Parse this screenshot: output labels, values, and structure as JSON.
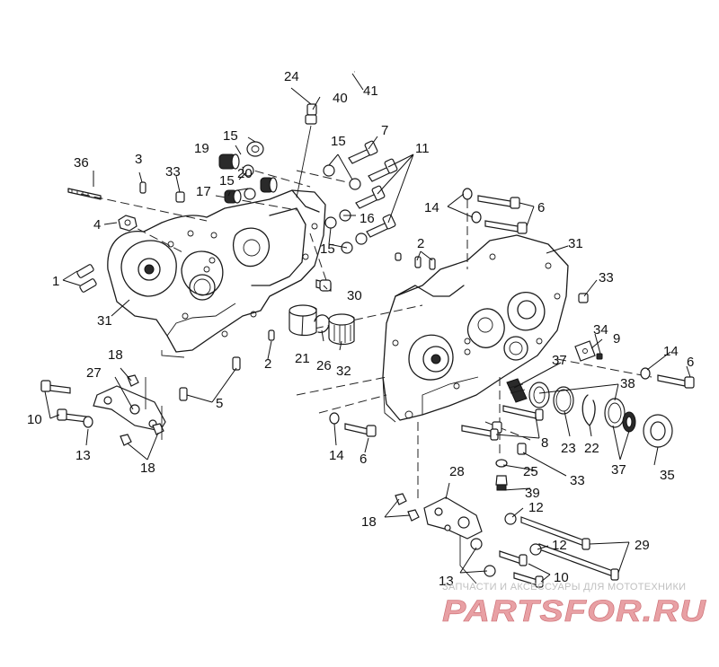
{
  "callouts": {
    "c1": "1",
    "c2a": "2",
    "c2b": "2",
    "c3": "3",
    "c4": "4",
    "c5": "5",
    "c6a": "6",
    "c6b": "6",
    "c6c": "6",
    "c7": "7",
    "c8": "8",
    "c9": "9",
    "c10a": "10",
    "c10b": "10",
    "c11": "11",
    "c12a": "12",
    "c12b": "12",
    "c13a": "13",
    "c13b": "13",
    "c14a": "14",
    "c14b": "14",
    "c14c": "14",
    "c15a": "15",
    "c15b": "15",
    "c15c": "15",
    "c15d": "15",
    "c16": "16",
    "c17": "17",
    "c18a": "18",
    "c18b": "18",
    "c18c": "18",
    "c19": "19",
    "c20": "20",
    "c21": "21",
    "c22": "22",
    "c23": "23",
    "c24": "24",
    "c25": "25",
    "c26": "26",
    "c27": "27",
    "c28": "28",
    "c29": "29",
    "c30": "30",
    "c31a": "31",
    "c31b": "31",
    "c32": "32",
    "c33a": "33",
    "c33b": "33",
    "c33c": "33",
    "c34": "34",
    "c35": "35",
    "c36": "36",
    "c37a": "37",
    "c37b": "37",
    "c38": "38",
    "c39": "39",
    "c40": "40",
    "c41": "41"
  },
  "watermark": {
    "tagline": "ЗАПЧАСТИ И АКСЕССУАРЫ ДЛЯ МОТОТЕХНИКИ",
    "logo_text": "PARTSFOR.RU",
    "color": "#e8a0a4"
  }
}
